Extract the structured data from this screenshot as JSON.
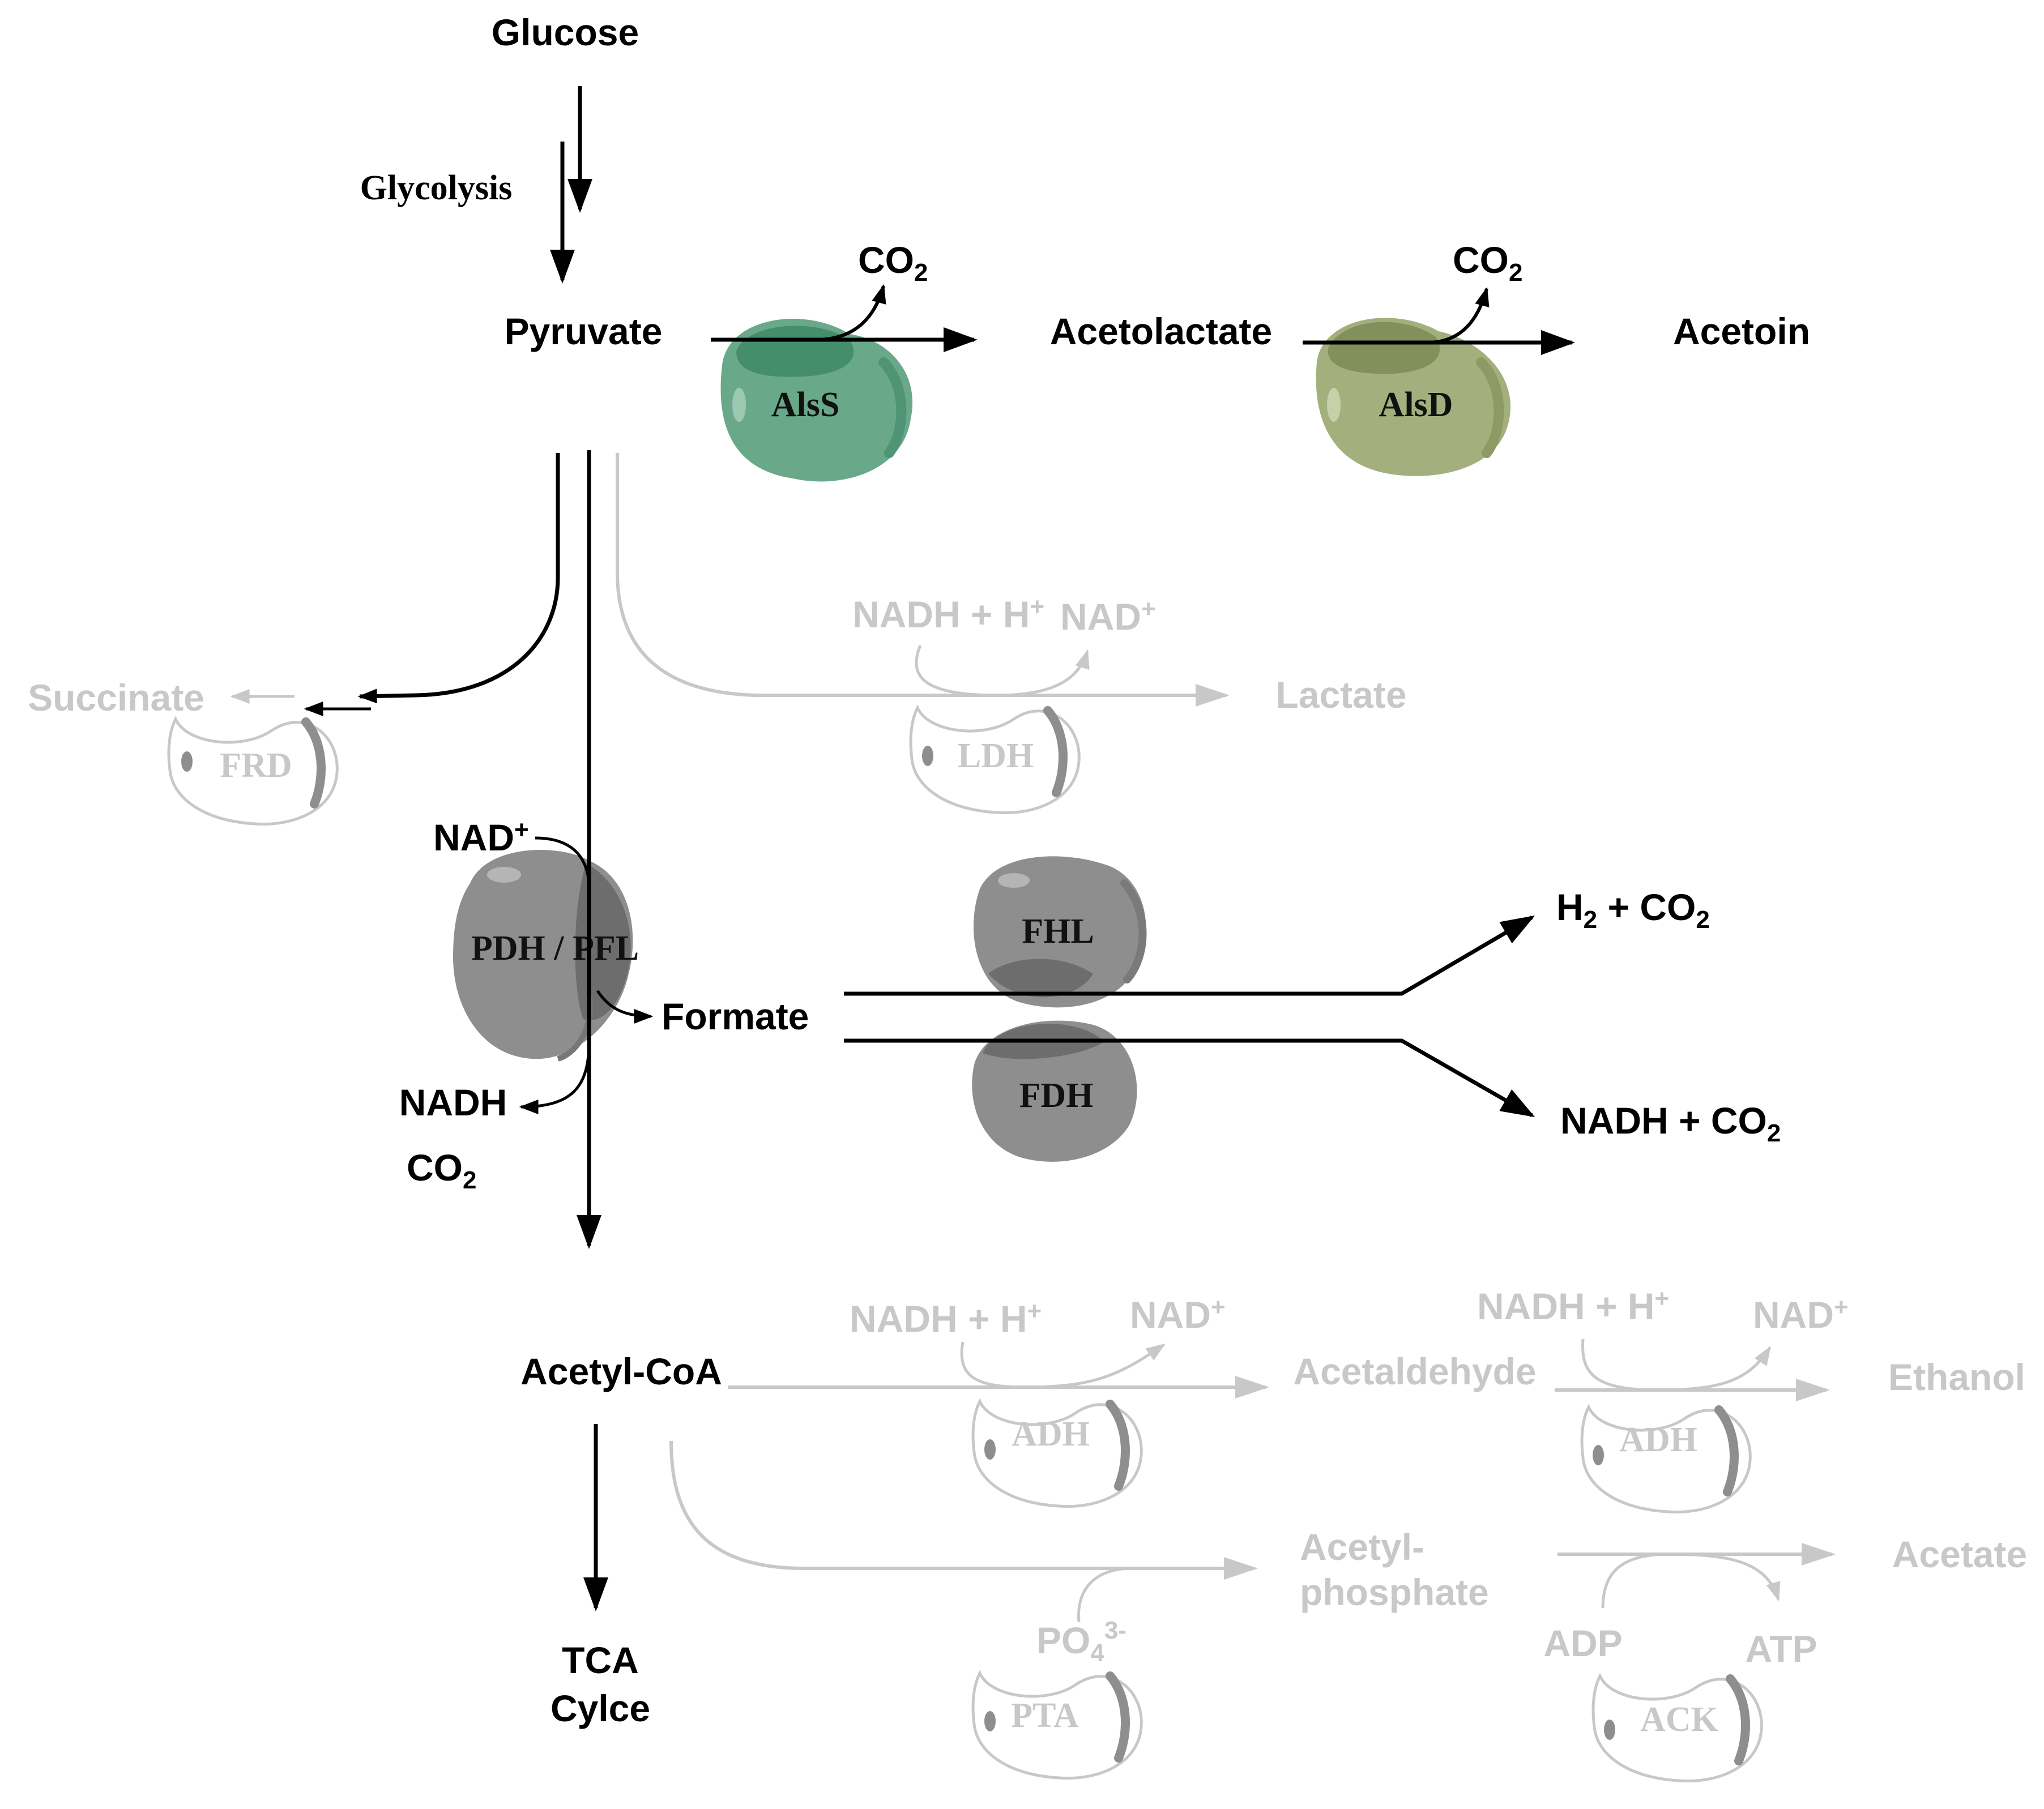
{
  "metabolites": {
    "glucose": "Glucose",
    "pyruvate": "Pyruvate",
    "acetolactate": "Acetolactate",
    "acetoin": "Acetoin",
    "succinate": "Succinate",
    "lactate": "Lactate",
    "formate": "Formate",
    "acetyl_coa": "Acetyl-CoA",
    "acetaldehyde": "Acetaldehyde",
    "ethanol": "Ethanol",
    "acetyl_phosphate_1": "Acetyl-",
    "acetyl_phosphate_2": "phosphate",
    "acetate": "Acetate",
    "tca_1": "TCA",
    "tca_2": "Cylce"
  },
  "processes": {
    "glycolysis": "Glycolysis"
  },
  "cofactors": {
    "co2": "CO",
    "co2_sub": "2",
    "nadh_h": "NADH + H",
    "plus_sup": "+",
    "nad": "NAD",
    "nadh": "NADH",
    "h2": "H",
    "h2_sub": "2",
    "plus_co2": " + CO",
    "nadh_plus_co2": "NADH + CO",
    "po4": "PO",
    "po4_sub": "4",
    "po4_sup": "3-",
    "adp": "ADP",
    "atp": "ATP"
  },
  "enzymes": {
    "alss": "AlsS",
    "alsd": "AlsD",
    "frd": "FRD",
    "ldh": "LDH",
    "pdh_pfl": "PDH / PFL",
    "fhl": "FHL",
    "fdh": "FDH",
    "adh": "ADH",
    "pta": "PTA",
    "ack": "ACK"
  },
  "colors": {
    "active": "#000000",
    "inactive": "#c8c8c8",
    "alss_enzyme": "#6aa88a",
    "alsd_enzyme": "#a3b07e",
    "grey_enzyme": "#8e8e8e"
  }
}
